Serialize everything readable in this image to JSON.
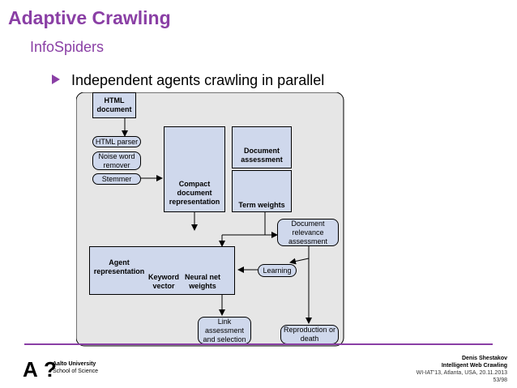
{
  "slide": {
    "title": "Adaptive Crawling",
    "subtitle": "InfoSpiders",
    "bullet": "Independent agents crawling in parallel"
  },
  "diagram": {
    "html_document": "HTML document",
    "html_parser": "HTML parser",
    "noise_word_remover": "Noise word remover",
    "stemmer": "Stemmer",
    "compact_doc": "Compact document representation",
    "document_assessment": "Document assessment",
    "term_weights": "Term weights",
    "doc_relevance": "Document relevance assessment",
    "agent_representation": "Agent representation",
    "keyword_vector": "Keyword vector",
    "neural_net_weights": "Neural net weights",
    "learning": "Learning",
    "link_assessment": "Link assessment and selection",
    "reproduction": "Reproduction or death"
  },
  "footer": {
    "university": "Aalto University",
    "school": "School of Science",
    "author": "Denis Shestakov",
    "course": "Intelligent Web Crawling",
    "event": "WI-IAT'13, Atlanta, USA, 20.11.2013",
    "page": "53/98"
  }
}
